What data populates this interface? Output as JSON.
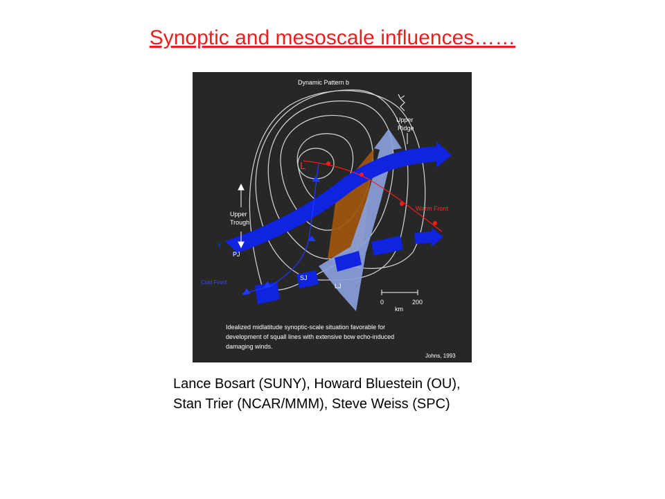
{
  "slide": {
    "title": "Synoptic and mesoscale influences……",
    "credits": "Lance Bosart (SUNY), Howard Bluestein (OU), Stan Trier (NCAR/MMM), Steve Weiss (SPC)"
  },
  "diagram": {
    "pattern_title": "Dynamic Pattern b",
    "upper_ridge": [
      "Upper",
      "Ridge"
    ],
    "upper_trough": [
      "Upper",
      "Trough"
    ],
    "low_label": "L",
    "warm_front": "Warm Front",
    "cold_front": "Cold Front",
    "pj": "PJ",
    "sj": "SJ",
    "lj": "LJ",
    "scale_min": "0",
    "scale_max": "200",
    "scale_unit": "km",
    "description": [
      "Idealized midlatitude synoptic-scale situation favorable for",
      "development of squall lines with extensive bow echo-induced",
      "damaging winds."
    ],
    "source": "Johns, 1993",
    "colors": {
      "background": "#272727",
      "polar_jet": "#1023e0",
      "low_level_jet": "#8aa0dc",
      "moist_axis": "#a0560c",
      "fronts": "#ff1a1a",
      "contours": "#d8d8d8"
    }
  }
}
